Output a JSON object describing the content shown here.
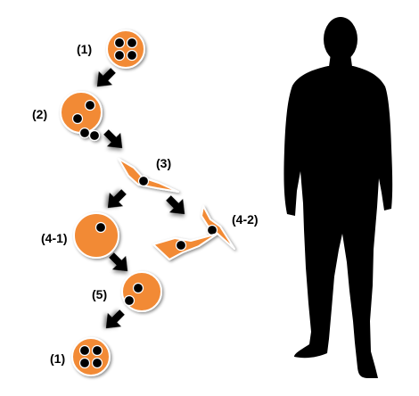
{
  "diagram": {
    "stages": [
      {
        "id": "s1",
        "label": "(1)"
      },
      {
        "id": "s2",
        "label": "(2)"
      },
      {
        "id": "s3",
        "label": "(3)"
      },
      {
        "id": "s4-1",
        "label": "(4-1)"
      },
      {
        "id": "s4-2",
        "label": "(4-2)"
      },
      {
        "id": "s5",
        "label": "(5)"
      },
      {
        "id": "s1b",
        "label": "(1)"
      }
    ],
    "colors": {
      "cell_fill": "#f28a36",
      "cell_edge": "#ffffff",
      "nucleus": "#000000",
      "arrow": "#000000",
      "silhouette": "#000000"
    },
    "icons": {
      "arrow": "arrow-icon",
      "silhouette": "person-silhouette-icon"
    }
  }
}
